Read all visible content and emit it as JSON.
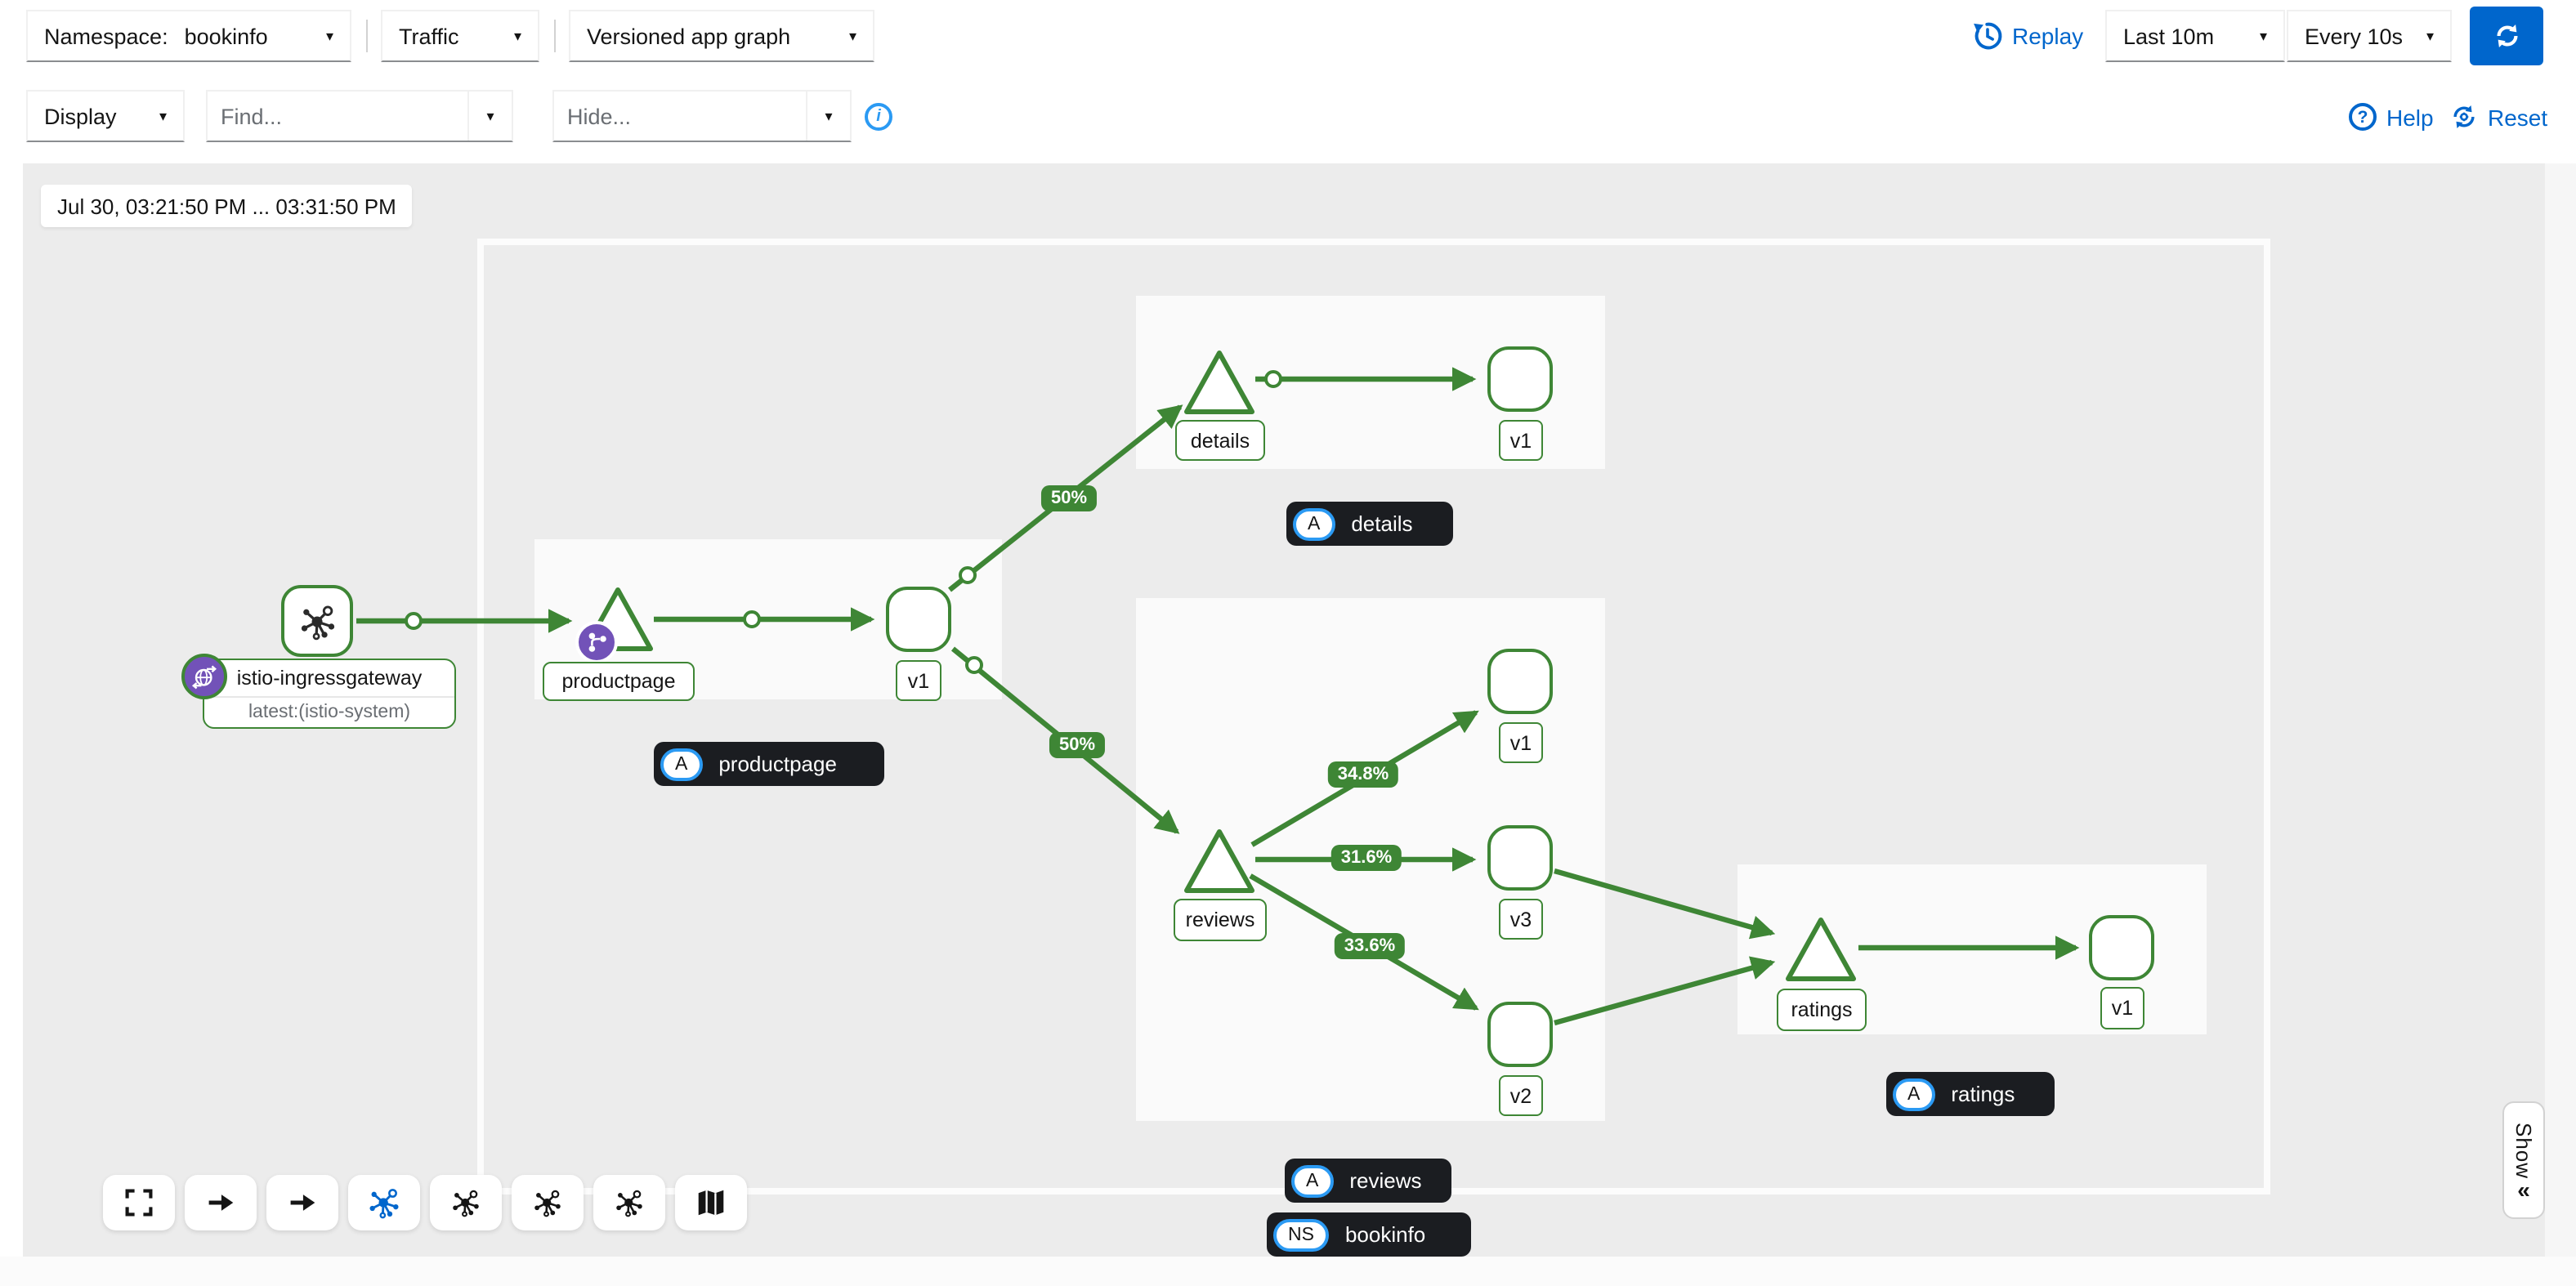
{
  "toolbar": {
    "namespace_label": "Namespace:",
    "namespace_value": "bookinfo",
    "traffic_label": "Traffic",
    "graph_type_label": "Versioned app graph",
    "replay_label": "Replay",
    "time_range_value": "Last 10m",
    "refresh_interval_value": "Every 10s",
    "display_label": "Display",
    "find_placeholder": "Find...",
    "hide_placeholder": "Hide...",
    "help_label": "Help",
    "reset_label": "Reset",
    "caret": "▾"
  },
  "timebar": {
    "range": "Jul 30, 03:21:50 PM ... 03:31:50 PM"
  },
  "graph": {
    "nodes": {
      "ingressgateway": {
        "title": "istio-ingressgateway",
        "subtitle": "latest:(istio-system)"
      },
      "productpage": {
        "label": "productpage",
        "version": "v1"
      },
      "details": {
        "label": "details",
        "version": "v1"
      },
      "reviews": {
        "label": "reviews",
        "version_v1": "v1",
        "version_v3": "v3",
        "version_v2": "v2"
      },
      "ratings": {
        "label": "ratings",
        "version": "v1"
      }
    },
    "edge_labels": {
      "productpage_to_details": "50%",
      "productpage_to_reviews": "50%",
      "reviews_to_v1": "34.8%",
      "reviews_to_v3": "31.6%",
      "reviews_to_v2": "33.6%"
    },
    "badges": {
      "app_badge": "A",
      "ns_badge": "NS",
      "productpage": "productpage",
      "details": "details",
      "reviews": "reviews",
      "ratings": "ratings",
      "namespace": "bookinfo"
    }
  },
  "side_panel": {
    "show_label": "Show",
    "collapse_chevron": "«"
  },
  "icons": {
    "help_glyph": "?",
    "info_glyph": "i"
  },
  "colors": {
    "green": "#3E8635",
    "blue": "#0066CC",
    "light_blue": "#2B9AF3",
    "purple": "#7252B8",
    "dark": "#1B1D21"
  }
}
